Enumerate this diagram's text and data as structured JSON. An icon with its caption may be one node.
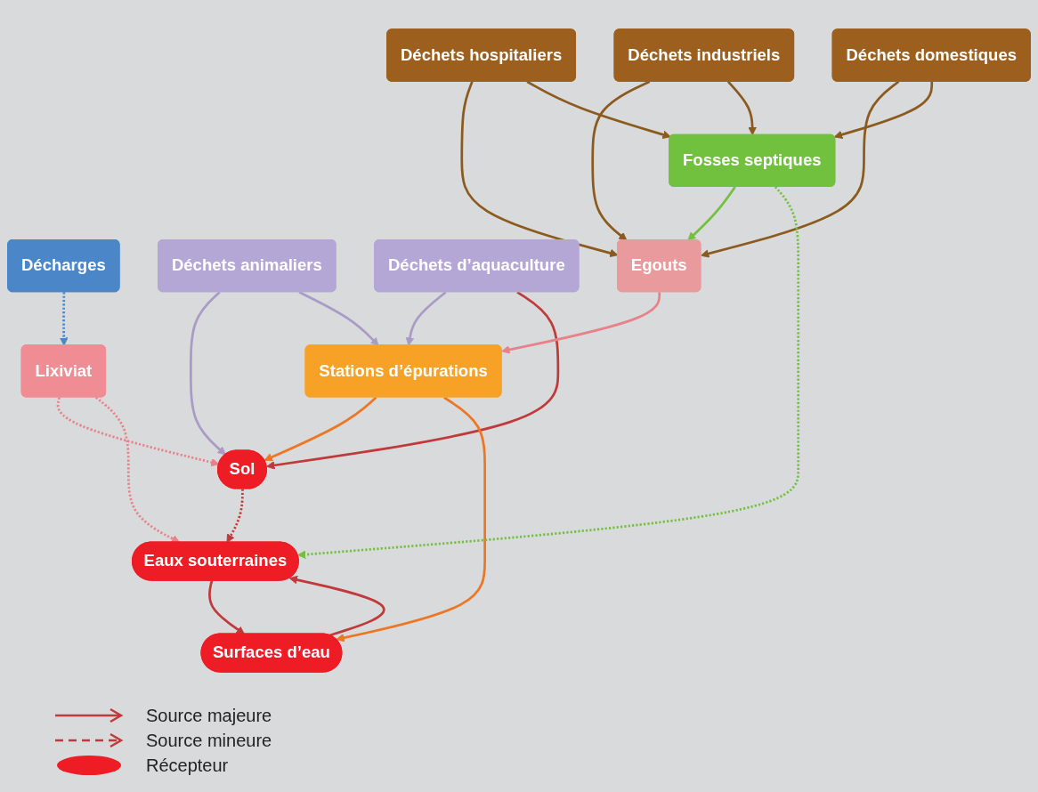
{
  "diagram": {
    "nodes": [
      {
        "text": [
          "Décharges"
        ]
      },
      {
        "text": [
          "Déchets animaliers"
        ]
      },
      {
        "text": [
          "Déchets d’aquaculture"
        ]
      },
      {
        "text": [
          "Déchets hospitaliers"
        ]
      },
      {
        "text": [
          "Déchets industriels"
        ]
      },
      {
        "text": [
          "Déchets domestiques"
        ]
      },
      {
        "text": [
          "Lixiviat"
        ]
      },
      {
        "text": [
          "Egouts"
        ]
      },
      {
        "text": [
          "Fosses septiques"
        ]
      },
      {
        "text": [
          "Sol"
        ]
      },
      {
        "text": [
          "Stations d’épurations"
        ]
      },
      {
        "text": [
          "Eaux souterraines"
        ]
      },
      {
        "text": [
          "Surfaces d’eau"
        ]
      }
    ],
    "edges": [
      {
        "from": 0,
        "to": 6,
        "arrow": "to",
        "style": "dashed",
        "color": "#4a86c8"
      },
      {
        "from": 1,
        "to": 9,
        "arrow": "to",
        "color": "#a99bc6"
      },
      {
        "from": 1,
        "to": 10,
        "arrow": "to",
        "color": "#a99bc6"
      },
      {
        "from": 2,
        "to": 10,
        "arrow": "to",
        "color": "#a99bc6"
      },
      {
        "from": 2,
        "to": 9,
        "arrow": "to",
        "color": "#c0393b"
      },
      {
        "from": 3,
        "to": 7,
        "arrow": "to",
        "color": "#8b5a1e"
      },
      {
        "from": 3,
        "to": 8,
        "arrow": "to",
        "color": "#8b5a1e"
      },
      {
        "from": 4,
        "to": 7,
        "arrow": "to",
        "color": "#8b5a1e"
      },
      {
        "from": 4,
        "to": 8,
        "arrow": "to",
        "color": "#8b5a1e"
      },
      {
        "from": 5,
        "to": 7,
        "arrow": "to",
        "color": "#8b5a1e"
      },
      {
        "from": 5,
        "to": 8,
        "arrow": "to",
        "color": "#8b5a1e"
      },
      {
        "from": 8,
        "to": 7,
        "arrow": "to",
        "color": "#72c13e"
      },
      {
        "from": 7,
        "to": 10,
        "arrow": "to",
        "color": "#e8828a"
      },
      {
        "from": 10,
        "to": 9,
        "arrow": "to",
        "color": "#ee7623"
      },
      {
        "from": 10,
        "to": 12,
        "arrow": "to",
        "color": "#ee7623"
      },
      {
        "from": 6,
        "to": 9,
        "arrow": "to",
        "style": "dashed",
        "color": "#e8828a"
      },
      {
        "from": 6,
        "to": 11,
        "arrow": "to",
        "style": "dashed",
        "color": "#e8828a"
      },
      {
        "from": 9,
        "to": 11,
        "arrow": "to",
        "style": "dashed",
        "color": "#c0393b"
      },
      {
        "from": 8,
        "to": 11,
        "arrow": "to",
        "style": "dashed",
        "color": "#72c13e"
      },
      {
        "from": 11,
        "to": 12,
        "arrow": "to",
        "color": "#c0393b"
      },
      {
        "from": 12,
        "to": 11,
        "arrow": "to",
        "color": "#c0393b"
      }
    ],
    "legend": [
      {
        "text": "Source majeure"
      },
      {
        "text": "Source mineure"
      },
      {
        "text": "Récepteur"
      }
    ]
  }
}
